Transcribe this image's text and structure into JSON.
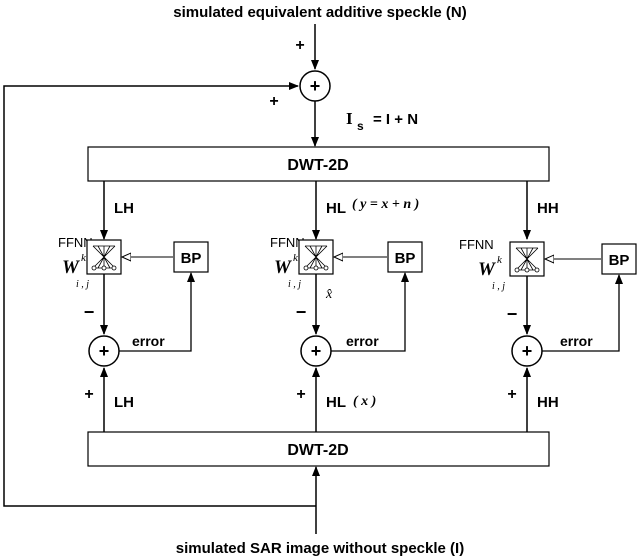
{
  "labels": {
    "top_input": "simulated equivalent additive speckle (N)",
    "bottom_input": "simulated SAR image without speckle (I)",
    "equation": "I s = I + N",
    "eq_I": "I",
    "eq_s": "s",
    "eq_rest": "= I + N",
    "dwt_top": "DWT-2D",
    "dwt_bottom": "DWT-2D",
    "plus": "+",
    "minus": "−",
    "sum_symbol": "+",
    "ffnn": "FFNN",
    "weight_W": "W",
    "weight_sup": "k",
    "weight_sub": "i , j",
    "bp": "BP",
    "error": "error",
    "lh": "LH",
    "hl": "HL",
    "hh": "HH",
    "hl_top_eq": "( y = x + n )",
    "hl_bottom_eq": "( x )",
    "x_hat": "x̂"
  }
}
